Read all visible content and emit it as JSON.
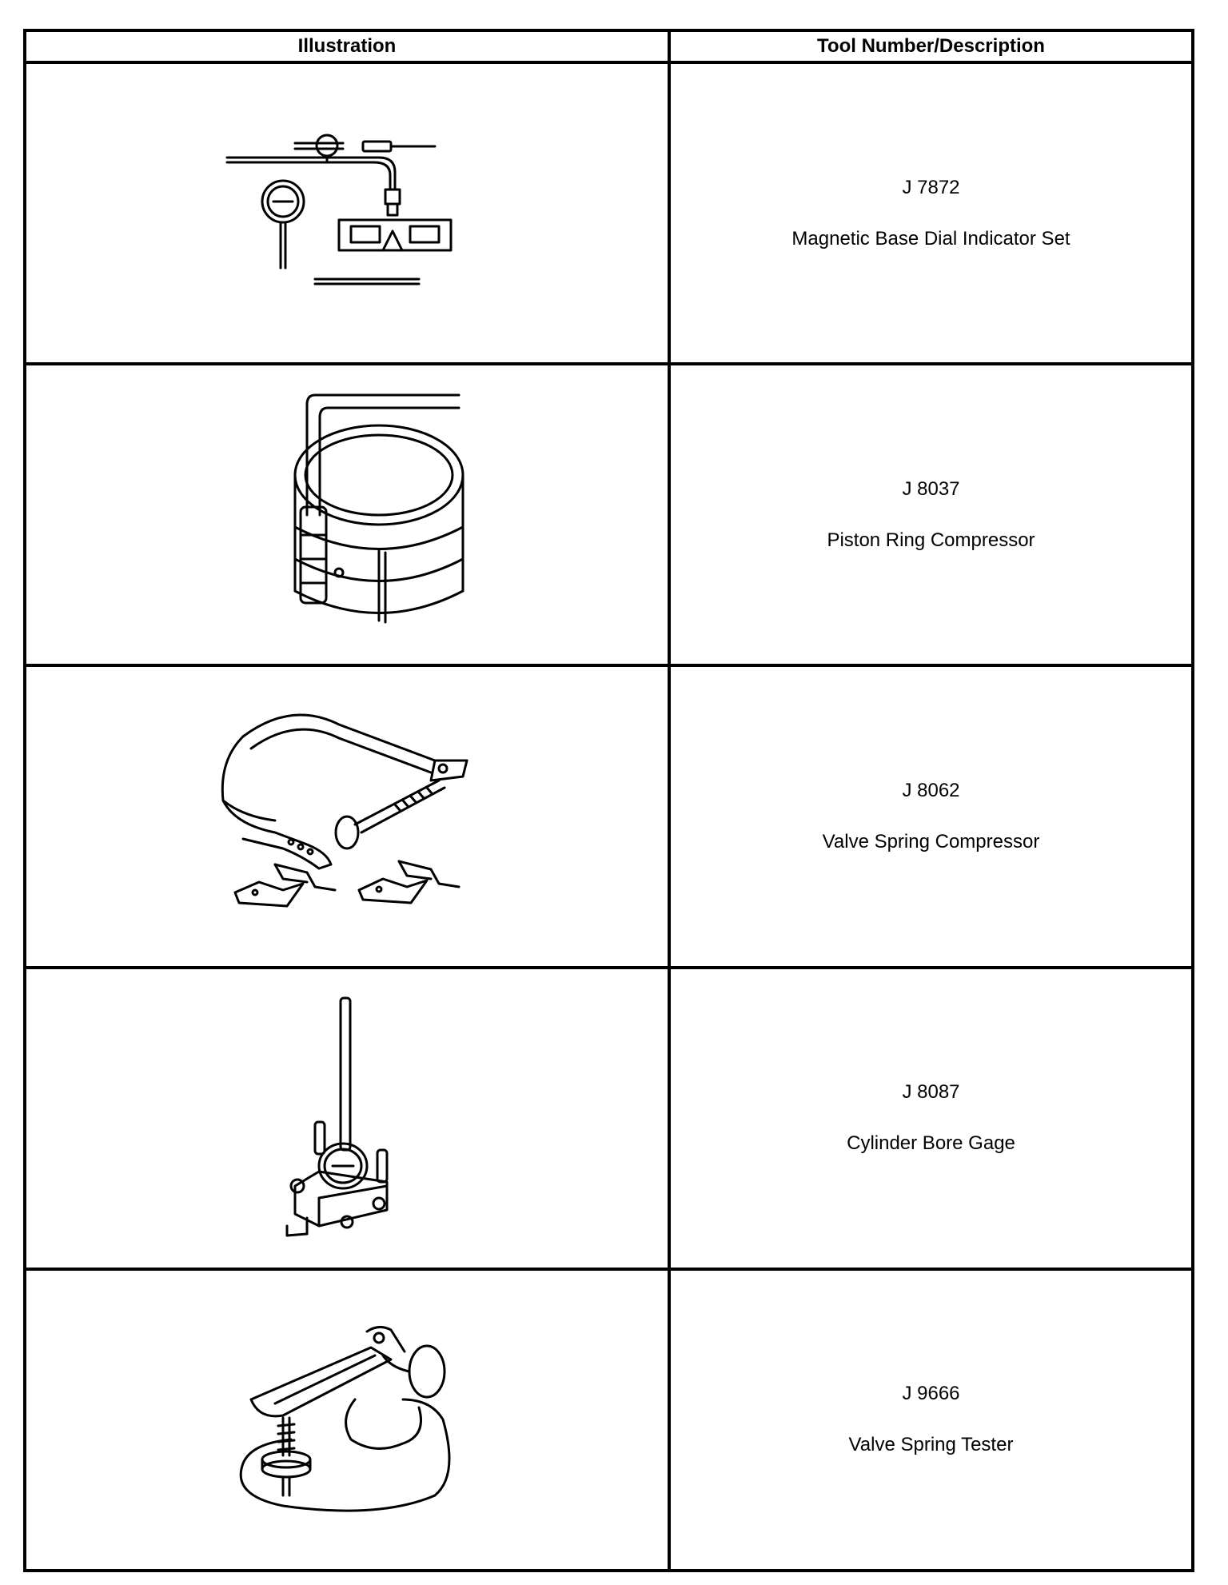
{
  "header": {
    "illustration_label": "Illustration",
    "description_label": "Tool Number/Description"
  },
  "tools": [
    {
      "number": "J 7872",
      "description": "Magnetic Base Dial Indicator Set",
      "icon": "dial-indicator-illustration"
    },
    {
      "number": "J 8037",
      "description": "Piston Ring Compressor",
      "icon": "piston-ring-compressor-illustration"
    },
    {
      "number": "J 8062",
      "description": "Valve Spring Compressor",
      "icon": "valve-spring-compressor-illustration"
    },
    {
      "number": "J 8087",
      "description": "Cylinder Bore Gage",
      "icon": "cylinder-bore-gage-illustration"
    },
    {
      "number": "J 9666",
      "description": "Valve Spring Tester",
      "icon": "valve-spring-tester-illustration"
    }
  ]
}
